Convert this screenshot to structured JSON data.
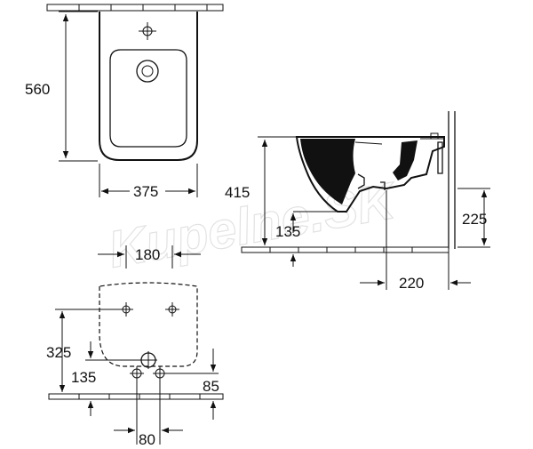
{
  "watermark": "Kupelne.SK",
  "top_view": {
    "height_label": "560",
    "width_label": "375"
  },
  "side_view": {
    "height_label": "415",
    "inner_height_label": "135",
    "pipe_height_label": "225",
    "depth_label": "220"
  },
  "mounting_view": {
    "spacing_label": "180",
    "height_label": "325",
    "lower_height_label": "135",
    "bottom_offset_label": "85",
    "bottom_spacing_label": "80"
  }
}
